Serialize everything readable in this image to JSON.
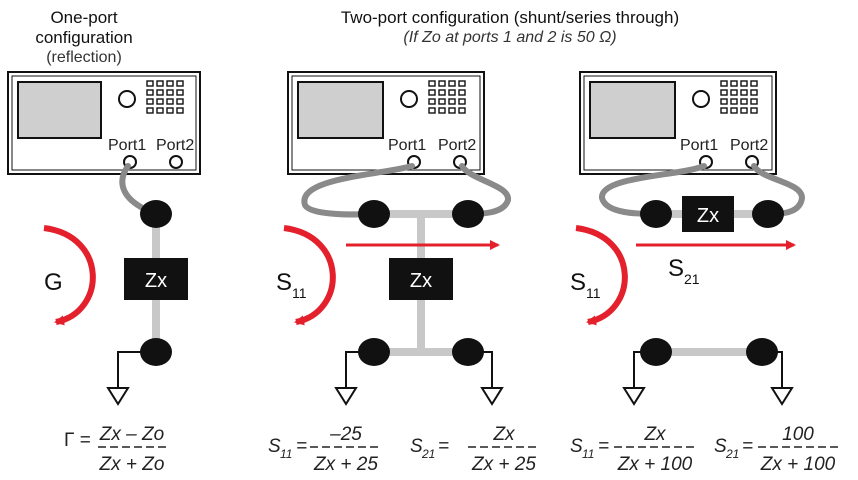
{
  "headers": {
    "one_port_title": "One-port configuration",
    "one_port_sub": "(reflection)",
    "two_port_title": "Two-port configuration (shunt/series through)",
    "two_port_sub": "(If Zo at ports 1 and 2 is 50 Ω)"
  },
  "analyzer": {
    "port1": "Port1",
    "port2": "Port2"
  },
  "dut_label": "Zx",
  "panel1": {
    "arrow_label": "G",
    "formula_lhs": "Γ =",
    "formula_num": "Zx – Zo",
    "formula_den": "Zx + Zo"
  },
  "panel2": {
    "s11": "S",
    "s11_sub": "11",
    "f1_lhs": "S",
    "f1_lhs_sub": "11",
    "f1_num": "–25",
    "f1_den": "Zx + 25",
    "f2_lhs": "S",
    "f2_lhs_sub": "21",
    "f2_num": "Zx",
    "f2_den": "Zx + 25"
  },
  "panel3": {
    "s11": "S",
    "s11_sub": "11",
    "s21": "S",
    "s21_sub": "21",
    "f1_lhs": "S",
    "f1_lhs_sub": "11",
    "f1_num": "Zx",
    "f1_den": "Zx + 100",
    "f2_lhs": "S",
    "f2_lhs_sub": "21",
    "f2_num": "100",
    "f2_den": "Zx + 100"
  },
  "colors": {
    "arrow": "#e3202b",
    "cable": "#8a8a8a",
    "wire": "#c8c8c8",
    "node": "#111111"
  }
}
